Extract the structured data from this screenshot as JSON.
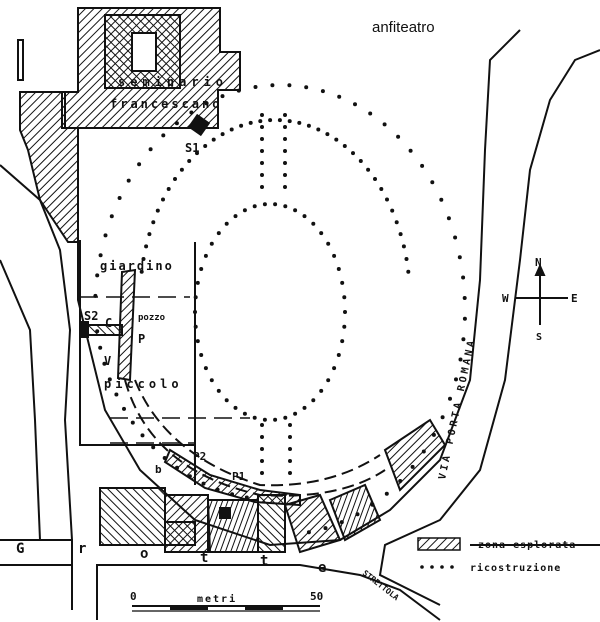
{
  "title": "anfiteatro",
  "labels": {
    "seminario": "seminario",
    "francescano": "francescano",
    "s1": "S1",
    "giardino": "giardino",
    "s2": "S2",
    "c": "C",
    "pozzo": "pozzo",
    "p": "P",
    "v": "V",
    "piccolo": "piccolo",
    "b": "b",
    "p2": "P2",
    "p1": "P1",
    "grotte": [
      "G",
      "r",
      "o",
      "t",
      "t",
      "e"
    ],
    "strettola": "STRETTOLA",
    "via_porta_romana": "VIA PORTA ROMANA"
  },
  "compass": {
    "n": "N",
    "s": "S",
    "w": "W",
    "e": "E"
  },
  "legend": {
    "explored": "zona esplorata",
    "reconstruction": "ricostruzione"
  },
  "scale": {
    "start": "0",
    "unit": "metri",
    "end": "50"
  },
  "colors": {
    "ink": "#111111",
    "paper": "#ffffff"
  }
}
